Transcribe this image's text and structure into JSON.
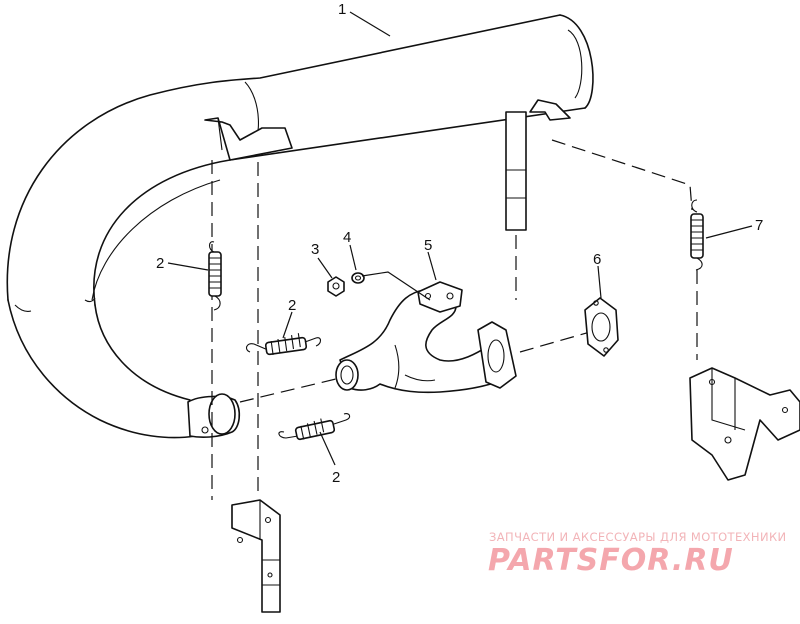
{
  "callouts": {
    "muffler": "1",
    "spring_left": "2",
    "spring_middle_upper": "2",
    "spring_middle_lower": "2",
    "nut": "3",
    "washer": "4",
    "exhaust_manifold": "5",
    "gasket": "6",
    "spring_right": "7"
  },
  "watermark": {
    "tagline": "ЗАПЧАСТИ И АКСЕССУАРЫ ДЛЯ МОТОТЕХНИКИ",
    "brand": "PARTSFOR.RU",
    "color": "#f4a7ad"
  }
}
